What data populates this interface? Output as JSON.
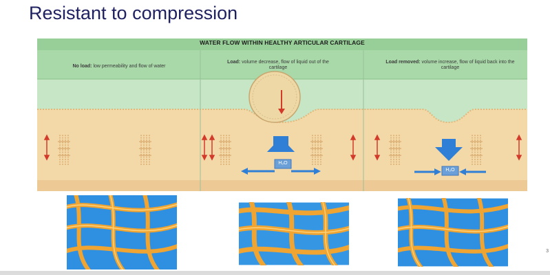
{
  "slide": {
    "title": "Resistant to compression",
    "page_number": "3"
  },
  "figure": {
    "title": "WATER FLOW WITHIN HEALTHY ARTICULAR CARTILAGE",
    "panels": [
      {
        "heading": "No load:",
        "text": "low permeability and flow of water"
      },
      {
        "heading": "Load:",
        "text": "volume decrease, flow of liquid out of the cartilage"
      },
      {
        "heading": "Load removed:",
        "text": "volume increase, flow of liquid back into the cartilage"
      }
    ],
    "h2o_label": "H₂O"
  },
  "colors": {
    "title": "#1f2161",
    "band_green": "#a9d9a9",
    "upper_green": "#c6e6c6",
    "cartilage": "#f3d8a8",
    "arrow_blue": "#2f7fd6",
    "arrow_red": "#d23a2a"
  }
}
